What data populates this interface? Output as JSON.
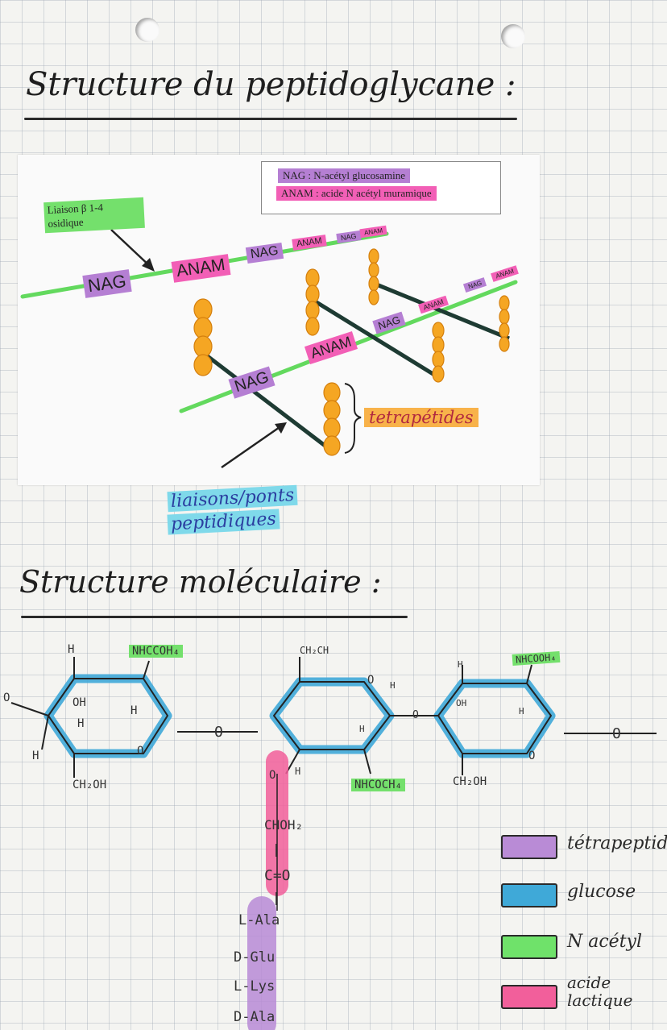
{
  "title_main": "Structure du peptidoglycane :",
  "title_molecular": "Structure moléculaire :",
  "legend": {
    "line1": "NAG : N-acétyl glucosamine",
    "line2": "ANAM : acide N acétyl muramique"
  },
  "labels": {
    "liaison": "Liaison β 1-4 osidique",
    "tetrapeptides": "tetrapétides",
    "ponts_line1": "liaisons/ponts",
    "ponts_line2": "peptidiques",
    "nag": "NAG",
    "anam": "ANAM"
  },
  "molecule": {
    "h": "H",
    "o": "O",
    "oh": "OH",
    "ch2oh": "CH₂OH",
    "ch2ch": "CH₂CH",
    "nhccoh": "NHCCOH₄",
    "nhcoch": "NHCOCH₄",
    "nhcooh": "NHCOOH₄",
    "chain": [
      "CHOH₂",
      "|",
      "C=O",
      "|",
      "L-Ala",
      "D-Glu",
      "L-Lys",
      "D-Ala"
    ]
  },
  "key": [
    {
      "label": "tétrapeptide",
      "color": "#b98bd6"
    },
    {
      "label": "glucose",
      "color": "#3fa9d8"
    },
    {
      "label": "N acétyl",
      "color": "#6fe26a"
    },
    {
      "label": "acide lactique",
      "color": "#f25f9b"
    }
  ],
  "colors": {
    "nag": "#b57fd3",
    "anam": "#f25fb6",
    "glycan": "#63d95e",
    "bridge": "#1e3b33",
    "peptide": "#f5a623"
  }
}
